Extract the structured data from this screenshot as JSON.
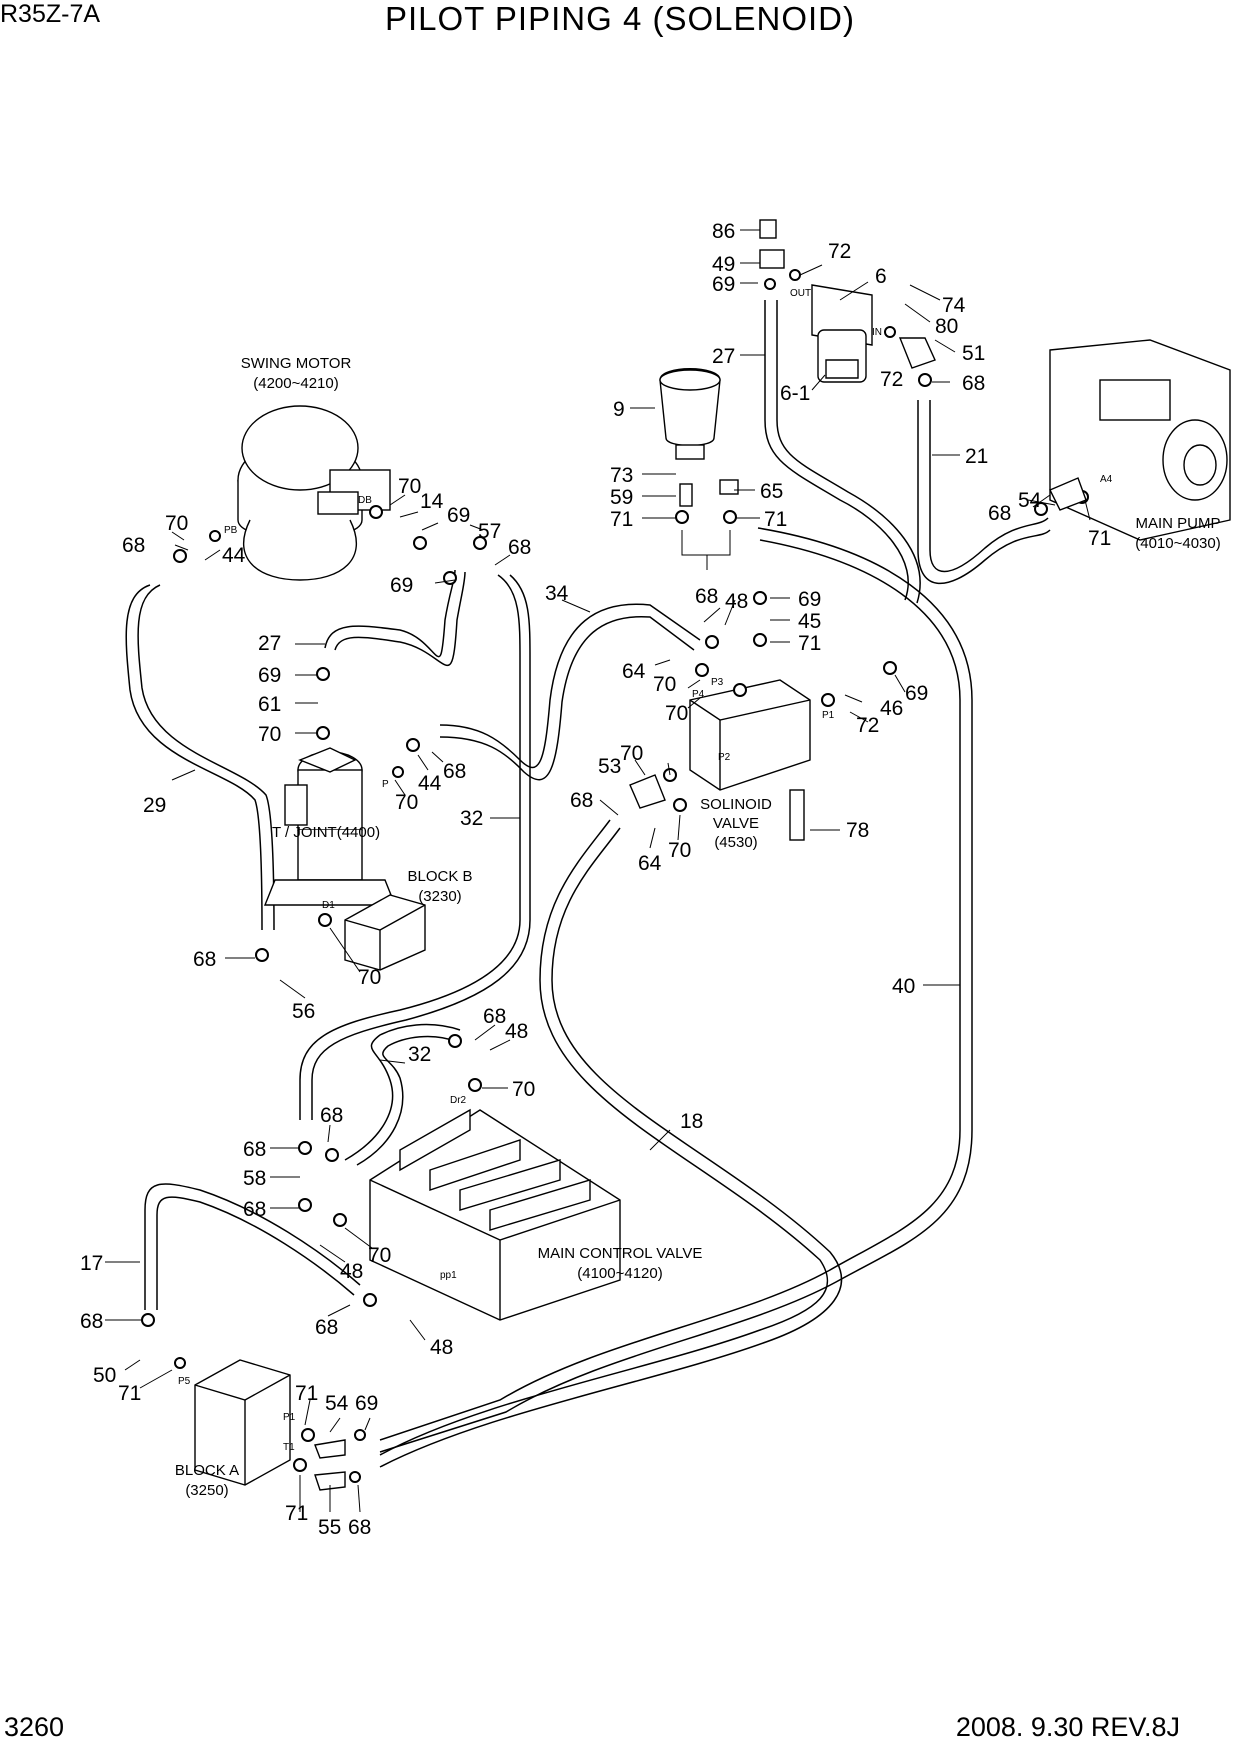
{
  "header": {
    "model": "R35Z-7A",
    "title": "PILOT PIPING 4 (SOLENOID)"
  },
  "footer": {
    "page_number": "3260",
    "revision": "2008. 9.30 REV.8J"
  },
  "components": {
    "swing_motor": {
      "name": "SWING MOTOR",
      "range": "(4200~4210)"
    },
    "main_pump": {
      "name": "MAIN PUMP",
      "range": "(4010~4030)"
    },
    "t_joint": {
      "name": "T / JOINT(4400)"
    },
    "block_b": {
      "name": "BLOCK B",
      "range": "(3230)"
    },
    "solenoid_valve": {
      "name1": "SOLINOID",
      "name2": "VALVE",
      "range": "(4530)"
    },
    "main_control_valve": {
      "name": "MAIN CONTROL VALVE",
      "range": "(4100~4120)"
    },
    "block_a": {
      "name": "BLOCK A",
      "range": "(3250)"
    }
  },
  "port_labels": {
    "pb": "PB",
    "db": "DB",
    "p": "P",
    "out": "OUT",
    "in": "IN",
    "a4": "A4",
    "p3": "P3",
    "p4": "P4",
    "p1": "P1",
    "p2": "P2",
    "d1": "D1",
    "dr2": "Dr2",
    "pp1": "pp1",
    "p5": "P5",
    "t1": "T1"
  },
  "callouts": {
    "c86": "86",
    "c49": "49",
    "c69_a": "69",
    "c72_a": "72",
    "c6": "6",
    "c74": "74",
    "c80": "80",
    "c27_a": "27",
    "c72_b": "72",
    "c51": "51",
    "c68_a": "68",
    "c6_1": "6-1",
    "c9": "9",
    "c21": "21",
    "c73": "73",
    "c59": "59",
    "c65": "65",
    "c71_a": "71",
    "c71_b": "71",
    "c54_a": "54",
    "c68_b": "68",
    "c71_c": "71",
    "c70_a": "70",
    "c14": "14",
    "c70_b": "70",
    "c69_b": "69",
    "c68_c": "68",
    "c44_a": "44",
    "c57": "57",
    "c68_d": "68",
    "c69_c": "69",
    "c34": "34",
    "c68_e": "68",
    "c48_a": "48",
    "c69_d": "69",
    "c45": "45",
    "c71_d": "71",
    "c27_b": "27",
    "c69_e": "69",
    "c61": "61",
    "c70_c": "70",
    "c64_a": "64",
    "c70_d": "70",
    "c70_e": "70",
    "c46": "46",
    "c69_f": "69",
    "c72_c": "72",
    "c44_b": "44",
    "c68_f": "68",
    "c70_f": "70",
    "c29": "29",
    "c32_a": "32",
    "c53": "53",
    "c70_g": "70",
    "c68_g": "68",
    "c64_b": "64",
    "c70_h": "70",
    "c78": "78",
    "c68_h": "68",
    "c70_i": "70",
    "c56": "56",
    "c40": "40",
    "c68_i": "68",
    "c48_b": "48",
    "c32_b": "32",
    "c70_j": "70",
    "c68_j": "68",
    "c68_k": "68",
    "c18": "18",
    "c58": "58",
    "c68_l": "68",
    "c70_k": "70",
    "c48_c": "48",
    "c17": "17",
    "c68_m": "68",
    "c48_d": "48",
    "c68_n": "68",
    "c50": "50",
    "c71_e": "71",
    "c71_f": "71",
    "c54_b": "54",
    "c69_g": "69",
    "c71_g": "71",
    "c55": "55",
    "c68_o": "68"
  }
}
